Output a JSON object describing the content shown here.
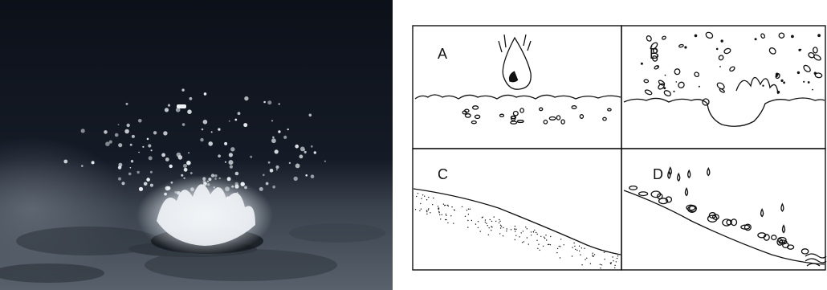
{
  "photo": {
    "subject": "raindrop-splash-photo",
    "colors": {
      "sky": "#0f141d",
      "ground": "#4c5560",
      "splash": "#f4f6f8"
    }
  },
  "diagram": {
    "panels": [
      {
        "id": "A",
        "label": "A"
      },
      {
        "id": "B",
        "label": "B"
      },
      {
        "id": "C",
        "label": "C"
      },
      {
        "id": "D",
        "label": "D"
      }
    ],
    "colors": {
      "ink": "#111111",
      "paper": "#ffffff"
    }
  }
}
